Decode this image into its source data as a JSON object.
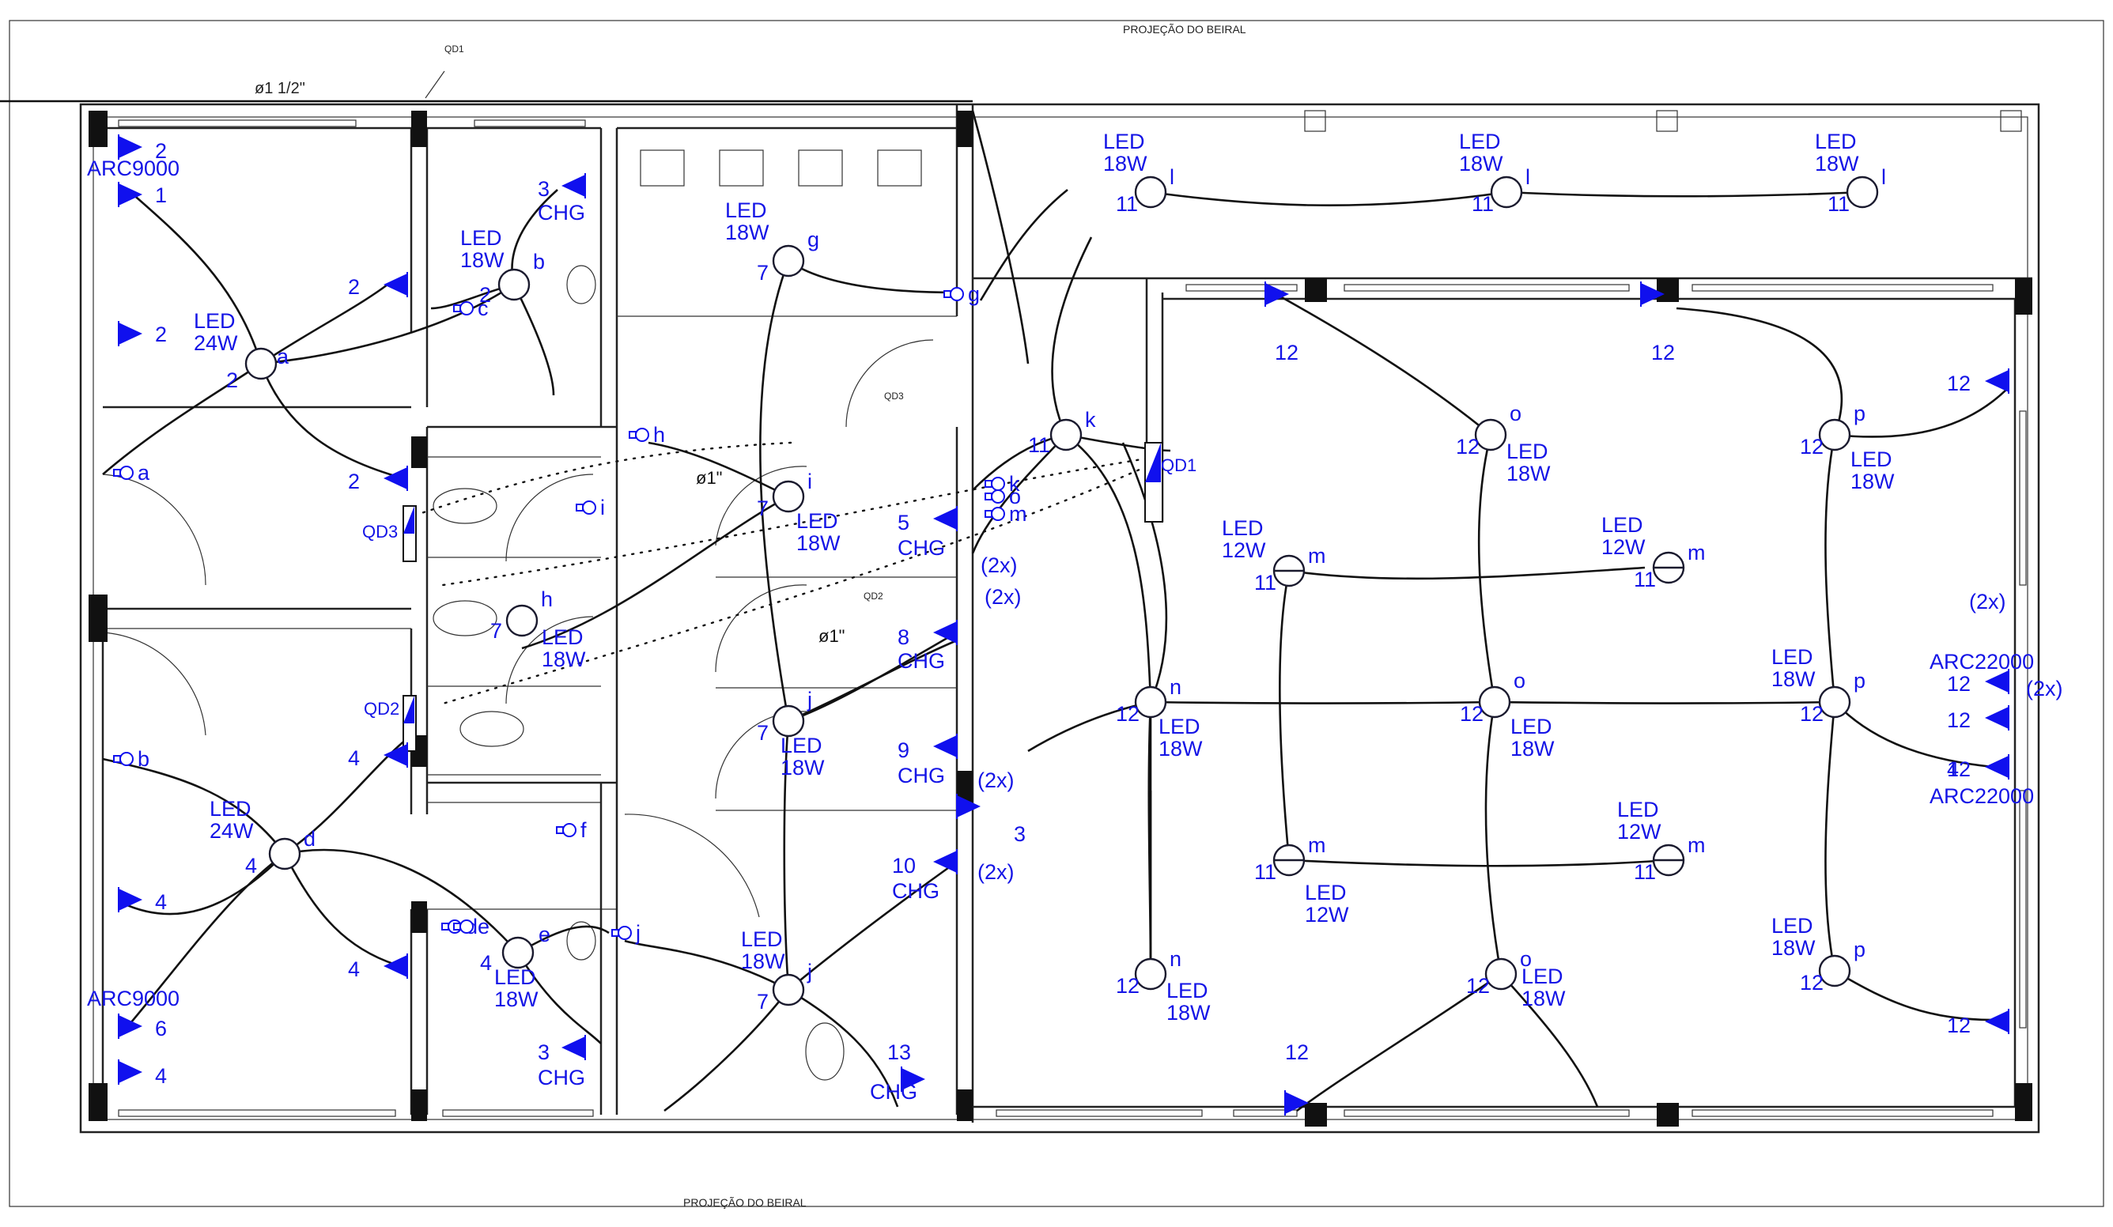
{
  "sheet": {
    "top_label": "PROJEÇÃO DO BEIRAL",
    "bottom_label": "PROJEÇÃO DO BEIRAL",
    "main_conduit": "ø1 1/2\"",
    "conduit_note_1": "ø1\"",
    "conduit_note_2": "ø1\"",
    "panels": [
      "QD1",
      "QD2",
      "QD3"
    ]
  },
  "luminaires": [
    {
      "id": "a",
      "circuit": "2",
      "text1": "LED",
      "text2": "24W"
    },
    {
      "id": "b",
      "circuit": "2",
      "text1": "LED",
      "text2": "18W"
    },
    {
      "id": "g",
      "circuit": "7",
      "text1": "LED",
      "text2": "18W"
    },
    {
      "id": "i",
      "circuit": "7",
      "text1": "LED",
      "text2": "18W"
    },
    {
      "id": "h",
      "circuit": "7",
      "text1": "LED",
      "text2": "18W"
    },
    {
      "id": "j",
      "circuit": "7",
      "text1": "LED",
      "text2": "18W"
    },
    {
      "id": "j",
      "circuit": "7",
      "text1": "LED",
      "text2": "18W"
    },
    {
      "id": "d",
      "circuit": "4",
      "text1": "LED",
      "text2": "24W"
    },
    {
      "id": "e",
      "circuit": "4",
      "text1": "LED",
      "text2": "18W"
    },
    {
      "id": "k",
      "circuit": "11",
      "text1": "",
      "text2": ""
    },
    {
      "id": "l",
      "circuit": "11",
      "text1": "LED",
      "text2": "18W"
    },
    {
      "id": "l",
      "circuit": "11",
      "text1": "LED",
      "text2": "18W"
    },
    {
      "id": "l",
      "circuit": "11",
      "text1": "LED",
      "text2": "18W"
    },
    {
      "id": "m",
      "circuit": "11",
      "text1": "LED",
      "text2": "12W"
    },
    {
      "id": "m",
      "circuit": "11",
      "text1": "LED",
      "text2": "12W"
    },
    {
      "id": "m",
      "circuit": "11",
      "text1": "LED",
      "text2": "12W"
    },
    {
      "id": "m",
      "circuit": "11",
      "text1": "LED",
      "text2": "12W"
    },
    {
      "id": "n",
      "circuit": "12",
      "text1": "LED",
      "text2": "18W"
    },
    {
      "id": "n",
      "circuit": "12",
      "text1": "LED",
      "text2": "18W"
    },
    {
      "id": "o",
      "circuit": "12",
      "text1": "LED",
      "text2": "18W"
    },
    {
      "id": "o",
      "circuit": "12",
      "text1": "LED",
      "text2": "18W"
    },
    {
      "id": "o",
      "circuit": "12",
      "text1": "LED",
      "text2": "18W"
    },
    {
      "id": "p",
      "circuit": "12",
      "text1": "LED",
      "text2": "18W"
    },
    {
      "id": "p",
      "circuit": "12",
      "text1": "LED",
      "text2": "18W"
    },
    {
      "id": "p",
      "circuit": "12",
      "text1": "LED",
      "text2": "18W"
    }
  ],
  "outlets": [
    {
      "circuit": "2"
    },
    {
      "circuit": "1"
    },
    {
      "circuit": "2"
    },
    {
      "circuit": "2"
    },
    {
      "circuit": "2"
    },
    {
      "circuit": "3",
      "note": "CHG"
    },
    {
      "circuit": "5",
      "note": "CHG"
    },
    {
      "circuit": "8",
      "note": "CHG"
    },
    {
      "circuit": "9",
      "note": "CHG"
    },
    {
      "circuit": "10",
      "note": "CHG"
    },
    {
      "circuit": "3",
      "note": "CHG"
    },
    {
      "circuit": "13",
      "note": "CHG"
    },
    {
      "circuit": "4"
    },
    {
      "circuit": "4"
    },
    {
      "circuit": "4"
    },
    {
      "circuit": "6"
    },
    {
      "circuit": "4"
    },
    {
      "circuit": "12"
    },
    {
      "circuit": "12"
    },
    {
      "circuit": "12"
    },
    {
      "circuit": "12"
    },
    {
      "circuit": "12"
    },
    {
      "circuit": "12"
    },
    {
      "circuit": "12"
    },
    {
      "circuit": "12"
    },
    {
      "circuit": "3"
    },
    {
      "circuit": "4"
    }
  ],
  "equipment_labels": {
    "ac_top_left": "ARC9000",
    "ac_bottom_left": "ARC9000",
    "ac_right_top": "ARC22000",
    "ac_right_bottom": "ARC22000",
    "double": "(2x)"
  },
  "switches": [
    "a",
    "b",
    "c",
    "d",
    "e",
    "f",
    "g",
    "h",
    "i",
    "j",
    "k",
    "m",
    "o"
  ]
}
